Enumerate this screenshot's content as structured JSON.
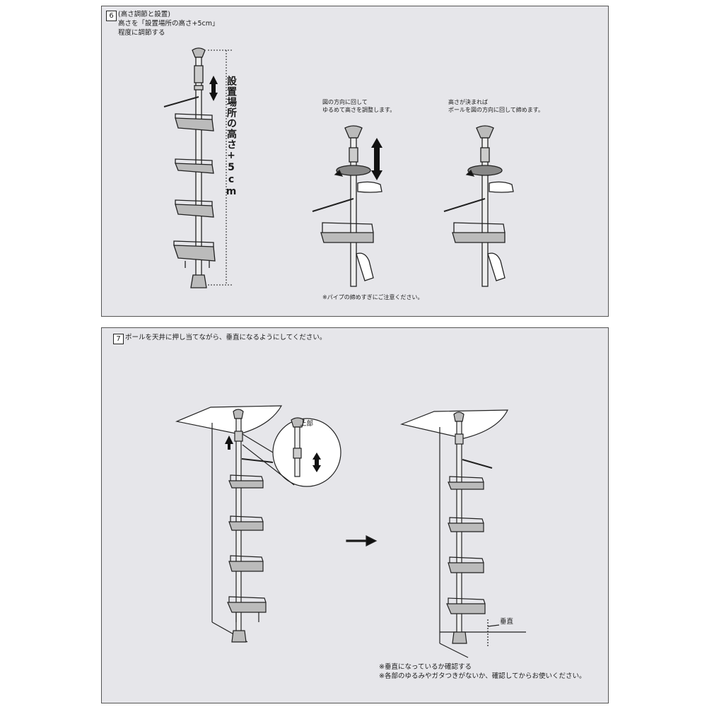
{
  "step6": {
    "number": "6",
    "heading": "(高さ調節と設置)",
    "line1": "高さを「設置場所の高さ+5cm」",
    "line2": "程度に調節する",
    "vertical_label": "設置場所の高さ+5cm",
    "caption_left_1": "図の方向に回して",
    "caption_left_2": "ゆるめて高さを調整します。",
    "caption_right_1": "高さが決まれば",
    "caption_right_2": "ポールを図の方向に回して締めます。",
    "note": "※パイプの締めすぎにご注意ください。"
  },
  "step7": {
    "number": "7",
    "heading": "ポールを天井に押し当てながら、垂直になるようにしてください。",
    "top_label": "上部",
    "vertical_label": "垂直",
    "note1": "※垂直になっているか確認する",
    "note2": "※各部のゆるみやガタつきがないか、確認してからお使いください。"
  },
  "colors": {
    "panel_bg": "#e6e6ea",
    "line": "#222222"
  }
}
